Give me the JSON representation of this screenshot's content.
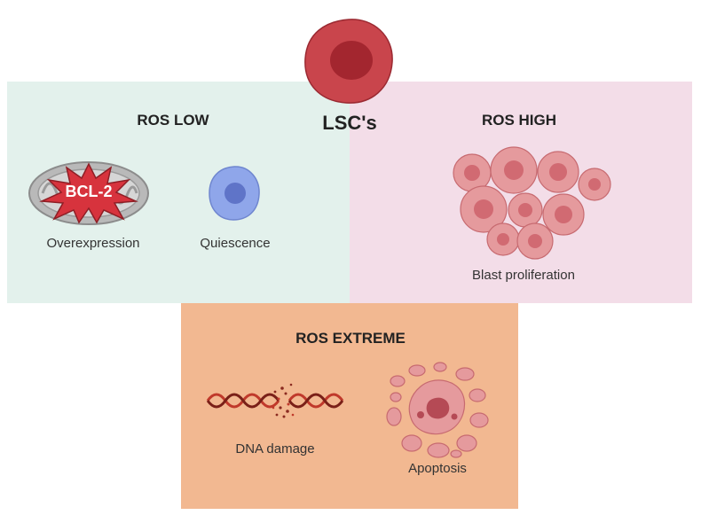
{
  "center": {
    "label": "LSC's"
  },
  "ros_low": {
    "title": "ROS LOW",
    "mitochondria_badge": "BCL-2",
    "overexpression_label": "Overexpression",
    "quiescence_label": "Quiescence",
    "color": "#e3f1ec"
  },
  "ros_high": {
    "title": "ROS HIGH",
    "blast_label": "Blast proliferation",
    "color": "#f3dde8"
  },
  "ros_extreme": {
    "title": "ROS EXTREME",
    "dna_label": "DNA damage",
    "apoptosis_label": "Apoptosis",
    "color": "#f2b891"
  },
  "colors": {
    "lsc_cell": "#c9454c",
    "lsc_nucleus": "#a3262f",
    "quiescent_cell": "#8fa6ea",
    "blast_cell": "#e59a9d",
    "blast_nucleus": "#d16a72",
    "bcl2_star": "#d7333d",
    "dna_strand": "#c0392b"
  }
}
